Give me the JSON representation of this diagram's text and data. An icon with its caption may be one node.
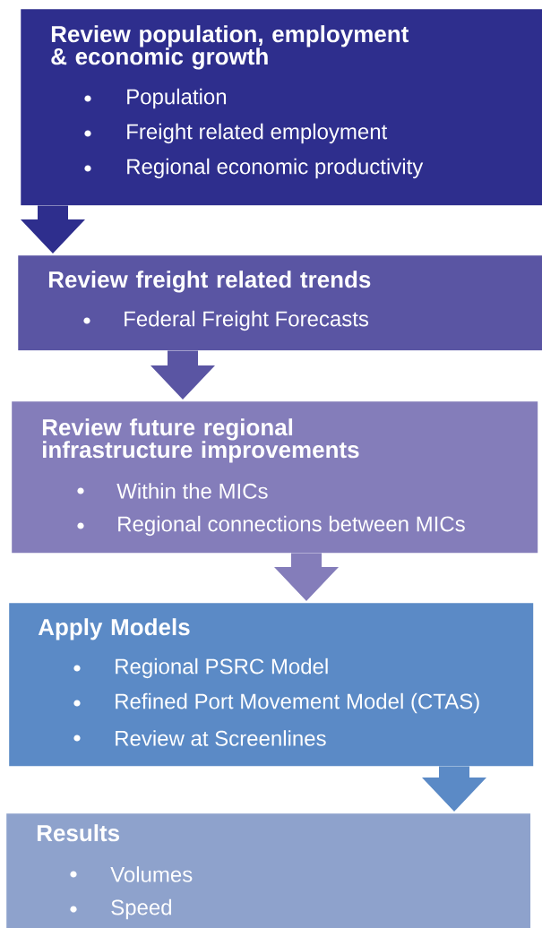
{
  "diagram": {
    "nodes": [
      {
        "text": [
          "Review population, employment & economic growth",
          "Population",
          "Freight related employment",
          "Regional economic productivity"
        ]
      },
      {
        "text": [
          "Review freight related trends",
          "Federal Freight Forecasts"
        ]
      },
      {
        "text": [
          "Review future regional infrastructure improvements",
          "Within the MICs",
          "Regional connections between MICs"
        ]
      },
      {
        "text": [
          "Apply Models",
          "Regional PSRC Model",
          "Refined Port Movement Model (CTAS)",
          "Review at Screenlines"
        ]
      },
      {
        "text": [
          "Results",
          "Volumes",
          "Speed"
        ]
      }
    ],
    "edges": [
      {
        "from": 0,
        "to": 1,
        "arrow": "to"
      },
      {
        "from": 1,
        "to": 2,
        "arrow": "to"
      },
      {
        "from": 2,
        "to": 3,
        "arrow": "to"
      },
      {
        "from": 3,
        "to": 4,
        "arrow": "to"
      }
    ]
  }
}
